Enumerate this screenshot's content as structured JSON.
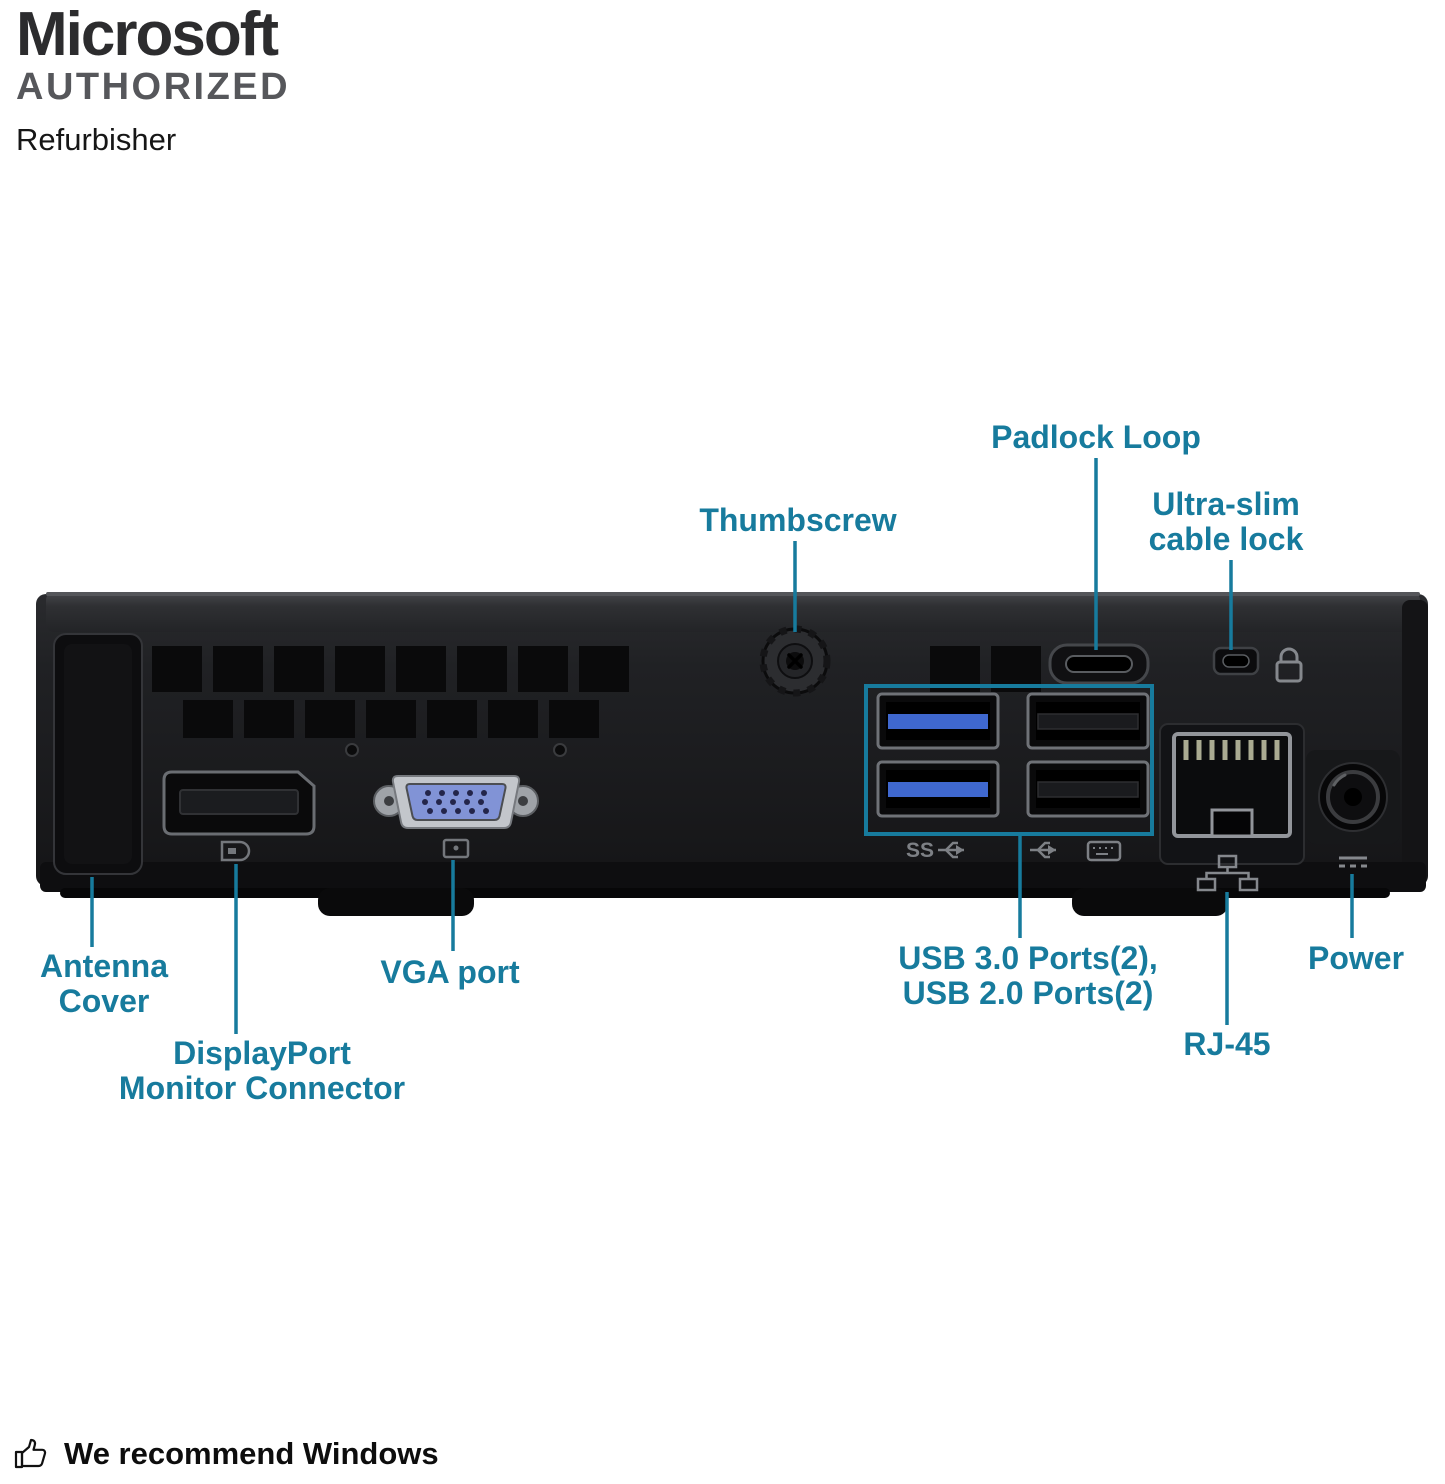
{
  "header": {
    "brand": "Microsoft",
    "authorized": "AUTHORIZED",
    "refurbisher": "Refurbisher"
  },
  "labels": {
    "padlock_loop": "Padlock Loop",
    "thumbscrew": "Thumbscrew",
    "cable_lock": {
      "line1": "Ultra-slim",
      "line2": "cable lock"
    },
    "antenna": {
      "line1": "Antenna",
      "line2": "Cover"
    },
    "vga": "VGA port",
    "displayport": {
      "line1": "DisplayPort",
      "line2": "Monitor Connector"
    },
    "usb": {
      "line1": "USB 3.0 Ports(2),",
      "line2": "USB 2.0 Ports(2)"
    },
    "rj45": "RJ-45",
    "power": "Power"
  },
  "device_markings": {
    "usb3_label": "SS"
  },
  "footer": {
    "recommendation": "We recommend Windows"
  },
  "colors": {
    "callout": "#177b9d",
    "chassis_face": "#1d1e21",
    "usb3_tongue": "#3f68cf",
    "vga_insert": "#8193d6"
  },
  "icons": [
    "displayport-icon",
    "vga-monitor-icon",
    "lock-icon",
    "usb3-trident-icon",
    "usb-trident-icon",
    "keyboard-icon",
    "network-icon",
    "dc-power-icon",
    "thumbs-up-icon"
  ]
}
